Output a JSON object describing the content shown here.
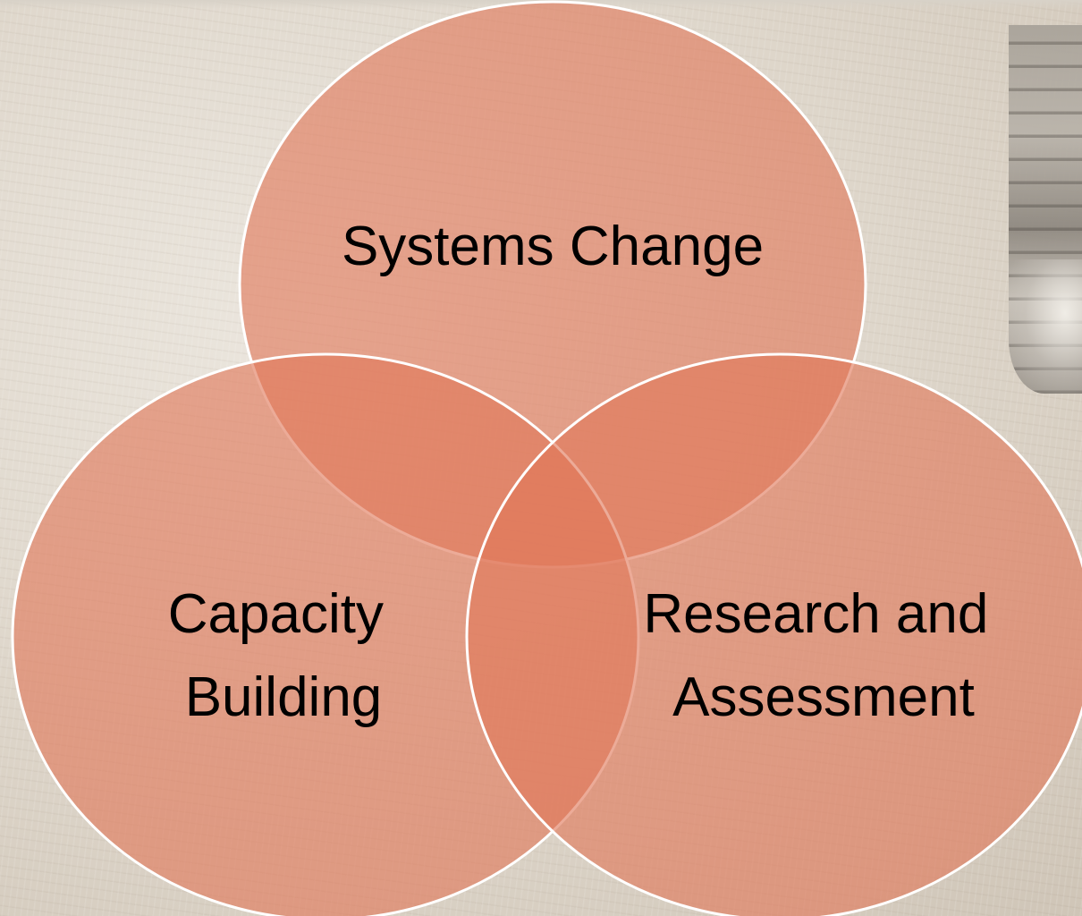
{
  "diagram": {
    "type": "venn",
    "circles": [
      {
        "id": "systems-change",
        "lines": [
          "Systems Change"
        ]
      },
      {
        "id": "capacity-building",
        "lines": [
          "Capacity",
          "Building"
        ]
      },
      {
        "id": "research-assessment",
        "lines": [
          "Research and",
          "Assessment"
        ]
      }
    ]
  },
  "colors": {
    "circle_fill": "#e8957a",
    "circle_stroke": "#ffffff",
    "overlap_accent": "#d8552c",
    "text": "#000000"
  }
}
